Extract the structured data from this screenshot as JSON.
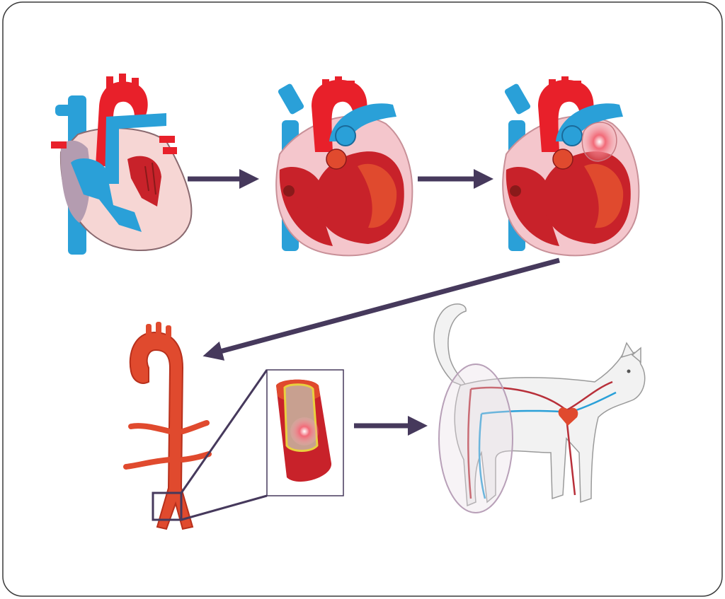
{
  "colors": {
    "frame": "#3a3a3a",
    "arrow": "#46395c",
    "artery_red": "#e04a2e",
    "deep_red": "#c8222a",
    "oxygen_red": "#e8202a",
    "vein_blue": "#2aa0d8",
    "pericardium_pink": "#f4c6cc",
    "lavender": "#b49cb0",
    "clot": "#f04a5a",
    "cat_fur": "#f2f2f2",
    "cat_outline": "#9a9a9a"
  },
  "panels": [
    {
      "id": "normal-heart",
      "icon": "normal-heart-icon"
    },
    {
      "id": "enlarged-heart",
      "icon": "hypertrophic-heart-icon"
    },
    {
      "id": "heart-with-clot",
      "icon": "heart-thrombus-icon"
    },
    {
      "id": "aorta",
      "icon": "aorta-icon"
    },
    {
      "id": "vessel-cross-section",
      "icon": "vessel-clot-icon"
    },
    {
      "id": "cat",
      "icon": "cat-circulation-icon"
    }
  ],
  "flow": [
    [
      "normal-heart",
      "enlarged-heart"
    ],
    [
      "enlarged-heart",
      "heart-with-clot"
    ],
    [
      "heart-with-clot",
      "aorta"
    ],
    [
      "vessel-cross-section",
      "cat"
    ]
  ]
}
